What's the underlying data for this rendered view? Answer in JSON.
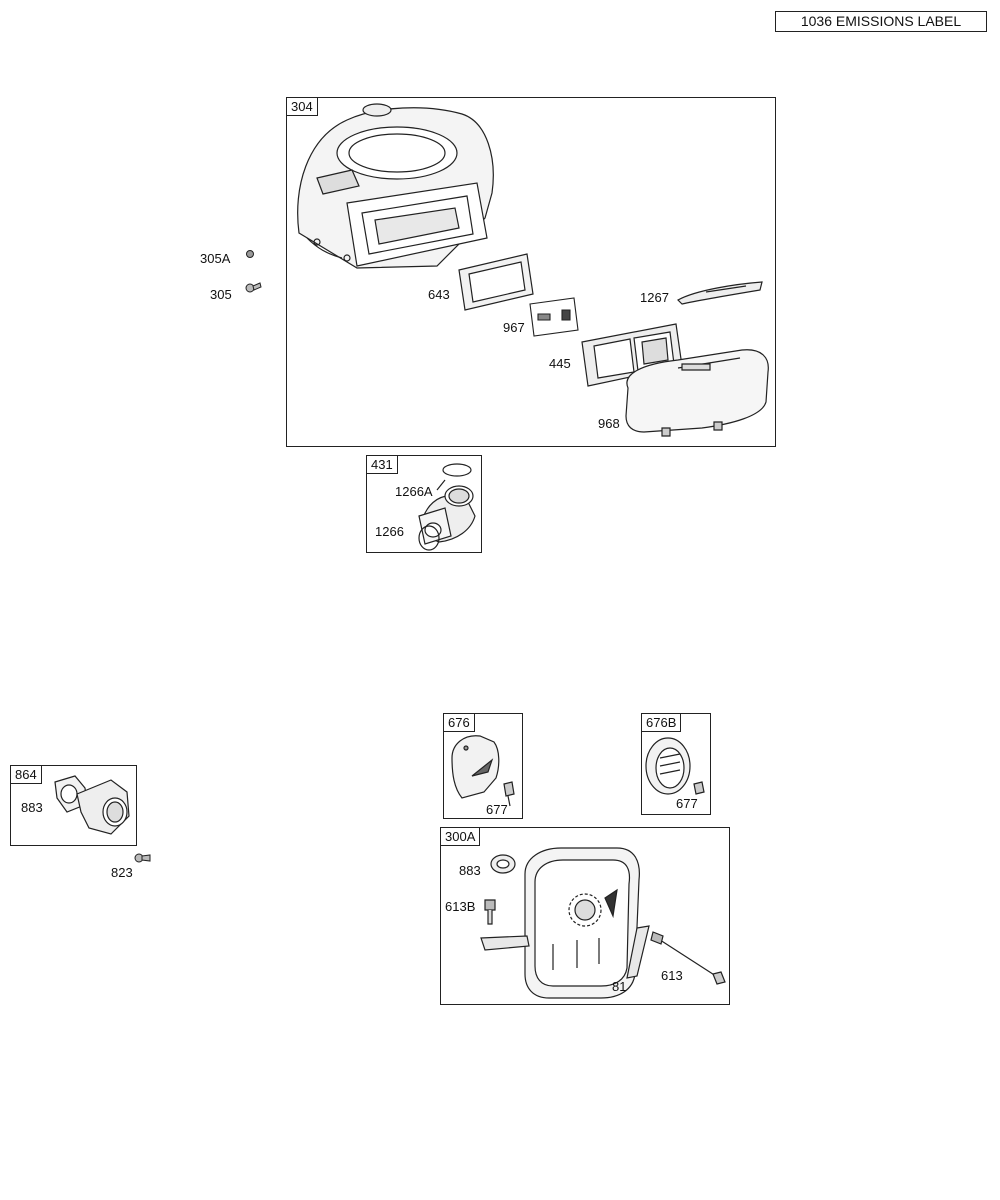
{
  "emissions_label": "1036 EMISSIONS LABEL",
  "groups": {
    "blower_housing": {
      "ref": "304",
      "parts": {
        "p643": "643",
        "p967": "967",
        "p445": "445",
        "p1267": "1267",
        "p968": "968"
      }
    },
    "intake": {
      "ref": "431",
      "parts": {
        "p1266a": "1266A",
        "p1266": "1266"
      }
    },
    "exhaust_manifold": {
      "ref": "864",
      "parts": {
        "p883": "883"
      }
    },
    "muffler_guard_676": {
      "ref": "676",
      "parts": {
        "p677": "677"
      }
    },
    "muffler_guard_676b": {
      "ref": "676B",
      "parts": {
        "p677": "677"
      }
    },
    "muffler": {
      "ref": "300A",
      "parts": {
        "p883": "883",
        "p613b": "613B",
        "p81": "81",
        "p613": "613"
      }
    }
  },
  "loose_parts": {
    "p305a": "305A",
    "p305": "305",
    "p823": "823"
  }
}
